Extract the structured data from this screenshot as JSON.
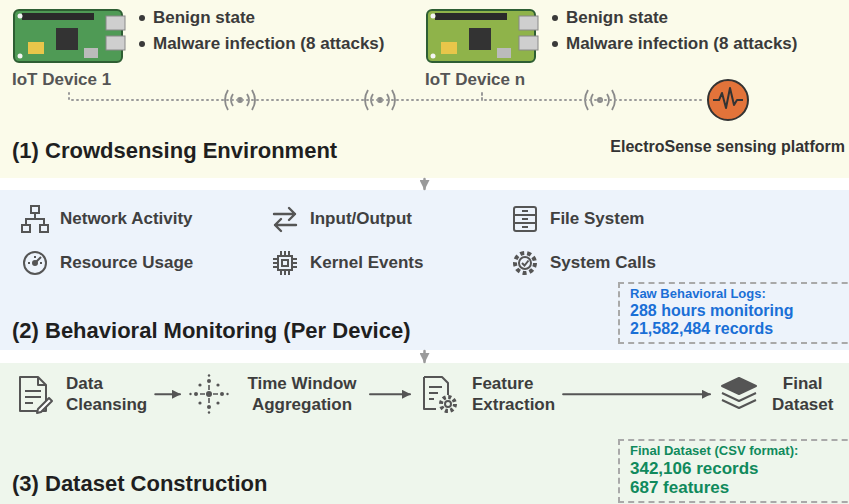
{
  "diagram": {
    "nodes": [
      {
        "text": [
          "(1) Crowdsensing Environment"
        ]
      },
      {
        "text": [
          "Benign state",
          "Malware infection (8 attacks)",
          "IoT Device 1"
        ],
        "in": 0
      },
      {
        "text": [
          "Benign state",
          "Malware infection (8 attacks)",
          "IoT Device n"
        ],
        "in": 0
      },
      {
        "text": [
          "ElectroSense sensing platform"
        ],
        "in": 0
      },
      {
        "text": [
          "(2) Behavioral Monitoring (Per Device)"
        ]
      },
      {
        "text": [
          "Raw Behavioral Logs:",
          "288 hours monitoring",
          "21,582,484 records"
        ],
        "in": 4
      },
      {
        "text": [
          "(3) Dataset Construction"
        ]
      },
      {
        "text": [
          "Data Cleansing"
        ],
        "in": 6
      },
      {
        "text": [
          "Time Window Aggregation"
        ],
        "in": 6
      },
      {
        "text": [
          "Feature Extraction"
        ],
        "in": 6
      },
      {
        "text": [
          "Final Dataset"
        ],
        "in": 6
      },
      {
        "text": [
          "Final Dataset (CSV format):",
          "342,106 records",
          "687 features"
        ],
        "in": 6
      }
    ],
    "edges": [
      {
        "from": 1,
        "to": 2,
        "arrow": "none"
      },
      {
        "from": 2,
        "to": 3,
        "arrow": "none"
      },
      {
        "from": 0,
        "to": 4,
        "arrow": "to"
      },
      {
        "from": 4,
        "to": 6,
        "arrow": "to"
      },
      {
        "from": 7,
        "to": 8,
        "arrow": "to"
      },
      {
        "from": 8,
        "to": 9,
        "arrow": "to"
      },
      {
        "from": 9,
        "to": 10,
        "arrow": "to"
      }
    ],
    "labels": [
      "Network Activity",
      "Input/Output",
      "File System",
      "Resource Usage",
      "Kernel Events",
      "System Calls"
    ]
  }
}
